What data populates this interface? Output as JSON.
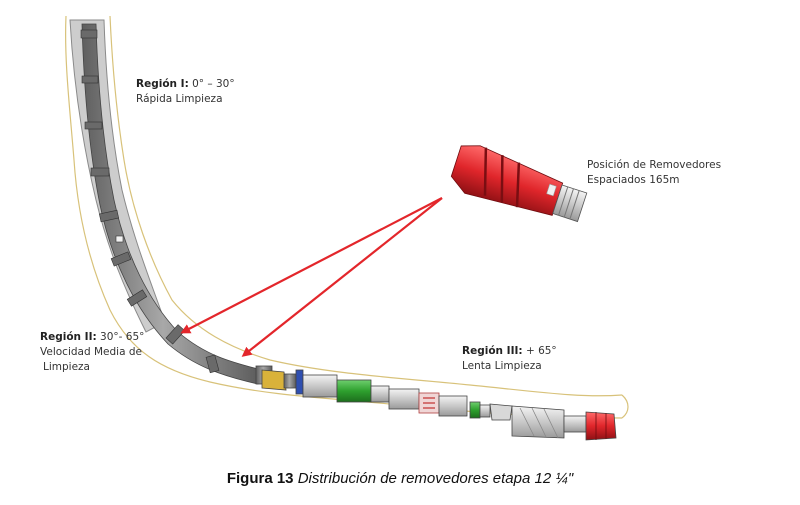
{
  "labels": {
    "region1": {
      "title": "Región I:",
      "range": "0° – 30°",
      "desc": "Rápida Limpieza"
    },
    "region2": {
      "title": "Región II:",
      "range": "30°- 65°",
      "desc1": "Velocidad Media de",
      "desc2": "Limpieza"
    },
    "region3": {
      "title": "Región III:",
      "range": "+ 65°",
      "desc": "Lenta Limpieza"
    },
    "tool": {
      "line1": "Posición de Removedores",
      "line2": "Espaciados 165m"
    }
  },
  "caption": {
    "figure": "Figura 13",
    "text": "Distribución de removedores etapa 12 ¼\""
  },
  "colors": {
    "pipe": "#8d8d8d",
    "casing": "#c9c9c9",
    "arrow": "#e3262b",
    "tool_red": "#e0262b",
    "stabilizer_green": "#2ea02e",
    "bit_red": "#d62a2a",
    "wellbore_outline": "#d8c27a"
  }
}
